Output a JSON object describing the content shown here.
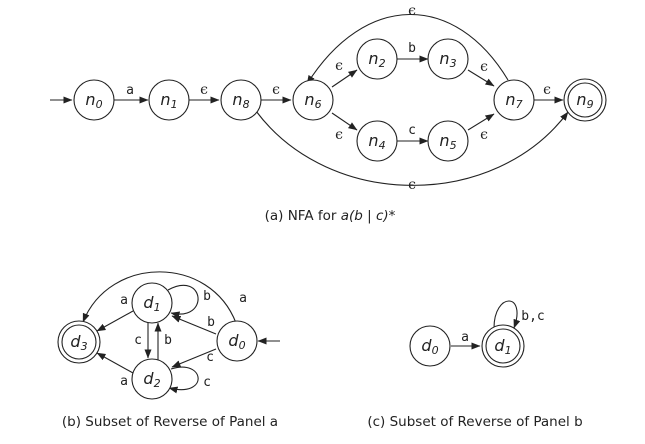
{
  "nodes": {
    "n0": {
      "base": "n",
      "sub": "0"
    },
    "n1": {
      "base": "n",
      "sub": "1"
    },
    "n8": {
      "base": "n",
      "sub": "8"
    },
    "n6": {
      "base": "n",
      "sub": "6"
    },
    "n2": {
      "base": "n",
      "sub": "2"
    },
    "n3": {
      "base": "n",
      "sub": "3"
    },
    "n4": {
      "base": "n",
      "sub": "4"
    },
    "n5": {
      "base": "n",
      "sub": "5"
    },
    "n7": {
      "base": "n",
      "sub": "7"
    },
    "n9": {
      "base": "n",
      "sub": "9"
    },
    "d1": {
      "base": "d",
      "sub": "1"
    },
    "d3": {
      "base": "d",
      "sub": "3"
    },
    "d0": {
      "base": "d",
      "sub": "0"
    },
    "d2": {
      "base": "d",
      "sub": "2"
    },
    "c_d0": {
      "base": "d",
      "sub": "0"
    },
    "c_d1": {
      "base": "d",
      "sub": "1"
    }
  },
  "labels": {
    "a": "a",
    "b": "b",
    "c": "c",
    "eps": "ϵ",
    "bc": "b,c"
  },
  "captions": {
    "a_prefix": "(a) NFA for ",
    "a_regex": "a(b | c)*",
    "b": "(b) Subset of Reverse of Panel a",
    "c": "(c) Subset of Reverse of Panel b"
  }
}
